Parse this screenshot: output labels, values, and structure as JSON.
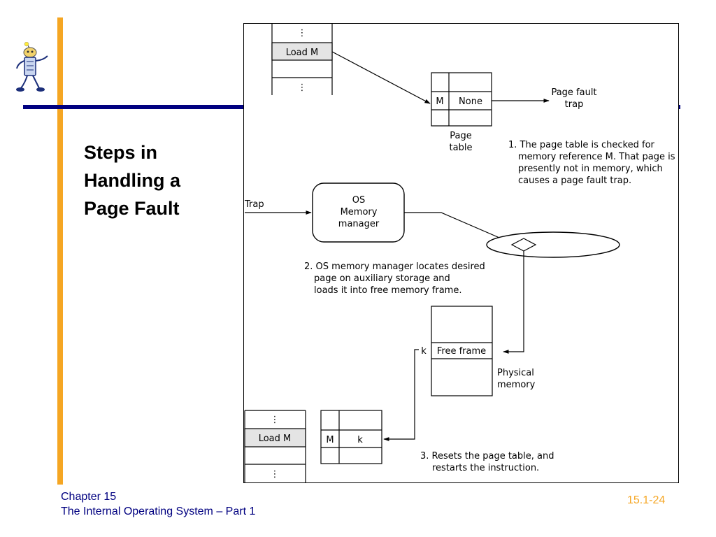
{
  "slide": {
    "title_lines": [
      "Steps in",
      "Handling a",
      "Page Fault"
    ],
    "footer_chapter": "Chapter 15",
    "footer_subtitle": "The Internal Operating System – Part 1",
    "slide_number": "15.1-24",
    "colors": {
      "accent_orange": "#f5a623",
      "navy": "#000080"
    },
    "mascot_icon": "robot-mascot-icon"
  },
  "diagram": {
    "ellipsis": "⋮",
    "instr_top": {
      "load_label": "Load M"
    },
    "page_table_top": {
      "entry_key": "M",
      "entry_value": "None",
      "caption_line1": "Page",
      "caption_line2": "table"
    },
    "page_fault_line1": "Page fault",
    "page_fault_line2": "trap",
    "step1": [
      "1. The page table is checked for",
      "memory reference M. That page is",
      "presently not in memory, which",
      "causes a page fault trap."
    ],
    "trap_label": "Trap",
    "os_box": {
      "line1": "OS",
      "line2": "Memory",
      "line3": "manager"
    },
    "step2": [
      "2. OS memory manager locates desired",
      "page on auxiliary storage and",
      "loads it into free memory frame."
    ],
    "physical_memory": {
      "frame_label": "Free frame",
      "k_label": "k",
      "caption_line1": "Physical",
      "caption_line2": "memory"
    },
    "instr_bottom": {
      "load_label": "Load M"
    },
    "page_table_bottom": {
      "entry_key": "M",
      "entry_value": "k"
    },
    "step3": [
      "3. Resets the page table, and",
      "restarts the instruction."
    ]
  }
}
